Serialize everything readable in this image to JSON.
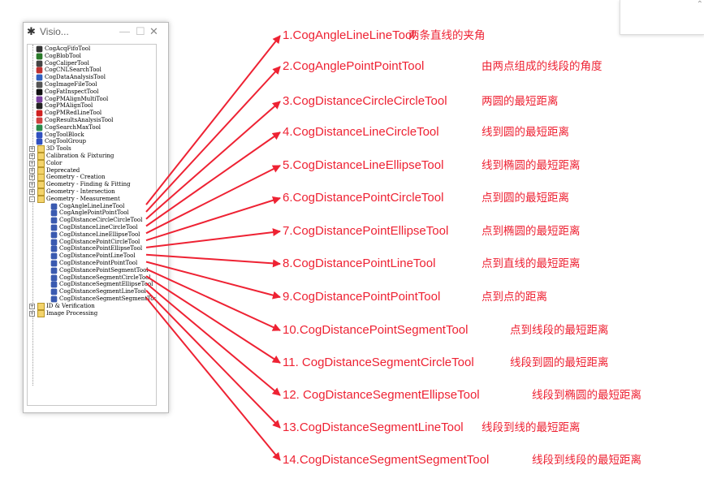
{
  "window": {
    "title": "Visio...",
    "minimize": "—",
    "maximize": "☐",
    "close": "✕"
  },
  "tree": [
    {
      "label": "CogAcqFifoTool",
      "indent": 1,
      "icon": "acq-fifo-icon",
      "color": "#333333"
    },
    {
      "label": "CogBlobTool",
      "indent": 1,
      "icon": "blob-icon",
      "color": "#2a7a2a"
    },
    {
      "label": "CogCaliperTool",
      "indent": 1,
      "icon": "caliper-icon",
      "color": "#444444"
    },
    {
      "label": "CogCNLSearchTool",
      "indent": 1,
      "icon": "cnl-search-icon",
      "color": "#c03030"
    },
    {
      "label": "CogDataAnalysisTool",
      "indent": 1,
      "icon": "data-analysis-icon",
      "color": "#3060c0"
    },
    {
      "label": "CogImageFileTool",
      "indent": 1,
      "icon": "image-file-icon",
      "color": "#555555"
    },
    {
      "label": "CogFatInspectTool",
      "indent": 1,
      "icon": "fat-inspect-icon",
      "color": "#111111"
    },
    {
      "label": "CogPMAlignMultiTool",
      "indent": 1,
      "icon": "pmalign-multi-icon",
      "color": "#7a3fa0"
    },
    {
      "label": "CogPMAlignTool",
      "indent": 1,
      "icon": "pmalign-icon",
      "color": "#222222"
    },
    {
      "label": "CogPMRedLineTool",
      "indent": 1,
      "icon": "pm-redline-icon",
      "color": "#d02020"
    },
    {
      "label": "CogResultsAnalysisTool",
      "indent": 1,
      "icon": "results-analysis-icon",
      "color": "#d04040"
    },
    {
      "label": "CogSearchMaxTool",
      "indent": 1,
      "icon": "search-max-icon",
      "color": "#2a8a4a"
    },
    {
      "label": "CogToolBlock",
      "indent": 1,
      "icon": "tool-block-icon",
      "color": "#3050c0"
    },
    {
      "label": "CogToolGroup",
      "indent": 1,
      "icon": "tool-group-icon",
      "color": "#3050c0"
    },
    {
      "label": "3D Tools",
      "indent": 0,
      "folder": true,
      "expander": "+"
    },
    {
      "label": "Calibration & Fixturing",
      "indent": 0,
      "folder": true,
      "expander": "+"
    },
    {
      "label": "Color",
      "indent": 0,
      "folder": true,
      "expander": "+"
    },
    {
      "label": "Deprecated",
      "indent": 0,
      "folder": true,
      "expander": "+"
    },
    {
      "label": "Geometry - Creation",
      "indent": 0,
      "folder": true,
      "expander": "+"
    },
    {
      "label": "Geometry - Finding & Fitting",
      "indent": 0,
      "folder": true,
      "expander": "+"
    },
    {
      "label": "Geometry - Intersection",
      "indent": 0,
      "folder": true,
      "expander": "+"
    },
    {
      "label": "Geometry - Measurement",
      "indent": 0,
      "folder": true,
      "expander": "-"
    },
    {
      "label": "CogAngleLineLineTool",
      "indent": 2,
      "icon": "measure-icon",
      "color": "#3a5ab0"
    },
    {
      "label": "CogAnglePointPointTool",
      "indent": 2,
      "icon": "measure-icon",
      "color": "#3a5ab0"
    },
    {
      "label": "CogDistanceCircleCircleTool",
      "indent": 2,
      "icon": "measure-icon",
      "color": "#3a5ab0"
    },
    {
      "label": "CogDistanceLineCircleTool",
      "indent": 2,
      "icon": "measure-icon",
      "color": "#3a5ab0"
    },
    {
      "label": "CogDistanceLineEllipseTool",
      "indent": 2,
      "icon": "measure-icon",
      "color": "#3a5ab0"
    },
    {
      "label": "CogDistancePointCircleTool",
      "indent": 2,
      "icon": "measure-icon",
      "color": "#3a5ab0"
    },
    {
      "label": "CogDistancePointEllipseTool",
      "indent": 2,
      "icon": "measure-icon",
      "color": "#3a5ab0"
    },
    {
      "label": "CogDistancePointLineTool",
      "indent": 2,
      "icon": "measure-icon",
      "color": "#3a5ab0"
    },
    {
      "label": "CogDistancePointPointTool",
      "indent": 2,
      "icon": "measure-icon",
      "color": "#3a5ab0"
    },
    {
      "label": "CogDistancePointSegmentTool",
      "indent": 2,
      "icon": "measure-icon",
      "color": "#3a5ab0"
    },
    {
      "label": "CogDistanceSegmentCircleTool",
      "indent": 2,
      "icon": "measure-icon",
      "color": "#3a5ab0"
    },
    {
      "label": "CogDistanceSegmentEllipseTool",
      "indent": 2,
      "icon": "measure-icon",
      "color": "#3a5ab0"
    },
    {
      "label": "CogDistanceSegmentLineTool",
      "indent": 2,
      "icon": "measure-icon",
      "color": "#3a5ab0"
    },
    {
      "label": "CogDistanceSegmentSegmentTool",
      "indent": 2,
      "icon": "measure-icon",
      "color": "#3a5ab0"
    },
    {
      "label": "ID & Verification",
      "indent": 0,
      "folder": true,
      "expander": "+"
    },
    {
      "label": "Image Processing",
      "indent": 0,
      "folder": true,
      "expander": "+"
    }
  ],
  "annotations": [
    {
      "name": "1.CogAngleLineLineTool",
      "desc": "两条直线的夹角"
    },
    {
      "name": "2.CogAnglePointPointTool",
      "desc": "由两点组成的线段的角度"
    },
    {
      "name": "3.CogDistanceCircleCircleTool",
      "desc": "两圆的最短距离"
    },
    {
      "name": "4.CogDistanceLineCircleTool",
      "desc": "线到圆的最短距离"
    },
    {
      "name": "5.CogDistanceLineEllipseTool",
      "desc": "线到椭圆的最短距离"
    },
    {
      "name": "6.CogDistancePointCircleTool",
      "desc": "点到圆的最短距离"
    },
    {
      "name": "7.CogDistancePointEllipseTool",
      "desc": "点到椭圆的最短距离"
    },
    {
      "name": "8.CogDistancePointLineTool",
      "desc": "点到直线的最短距离"
    },
    {
      "name": "9.CogDistancePointPointTool",
      "desc": "点到点的距离"
    },
    {
      "name": "10.CogDistancePointSegmentTool",
      "desc": "点到线段的最短距离"
    },
    {
      "name": "11. CogDistanceSegmentCircleTool",
      "desc": "线段到圆的最短距离"
    },
    {
      "name": "12. CogDistanceSegmentEllipseTool",
      "desc": "线段到椭圆的最短距离"
    },
    {
      "name": "13.CogDistanceSegmentLineTool",
      "desc": "线段到线的最短距离"
    },
    {
      "name": "14.CogDistanceSegmentSegmentTool",
      "desc": "线段到线段的最短距离"
    }
  ],
  "accent_color": "#ee2233",
  "topright": {
    "text": "",
    "arrow": "⌃"
  }
}
